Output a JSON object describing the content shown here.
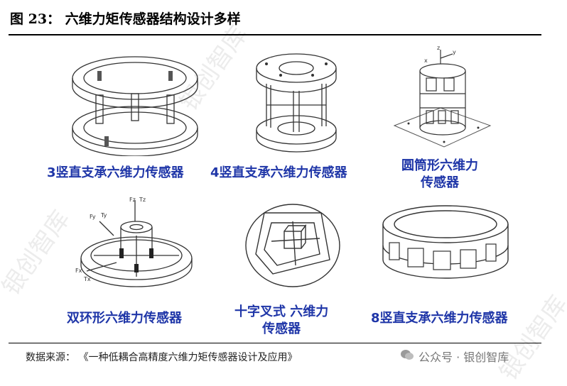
{
  "figure": {
    "title": "图 23：  六维力矩传感器结构设计多样"
  },
  "panels": [
    {
      "caption": "3竖直支承六维力传感器"
    },
    {
      "caption": "4竖直支承六维力传感器"
    },
    {
      "caption_line1": "圆筒形六维力",
      "caption_line2": "传感器"
    },
    {
      "caption": "双环形六维力传感器"
    },
    {
      "caption_line1": "十字叉式 六维力",
      "caption_line2": "传感器"
    },
    {
      "caption": "8竖直支承六维力传感器"
    }
  ],
  "axis_labels": {
    "fz": "Fz",
    "tz": "Tz",
    "fy": "Fy",
    "ty": "Ty",
    "fx": "Fx",
    "tx": "Tx",
    "z": "z",
    "y": "y",
    "x": "x"
  },
  "source": {
    "text": "数据来源：  《一种低耦合高精度六维力矩传感器设计及应用》"
  },
  "brand": {
    "text": "公众号 · 银创智库"
  },
  "watermark": {
    "text": "银创智库"
  }
}
